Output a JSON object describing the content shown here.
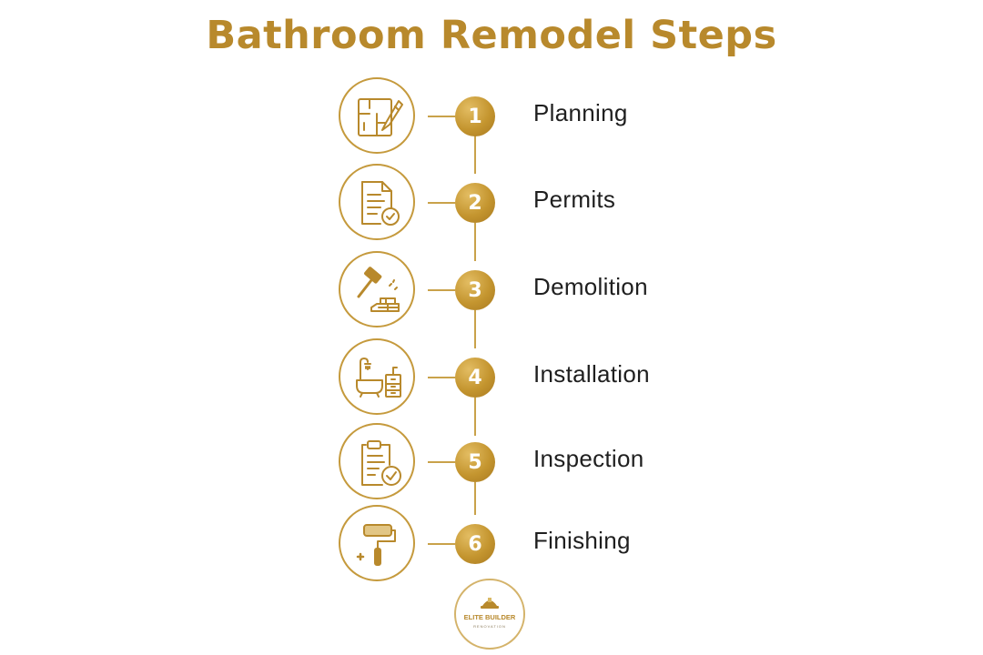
{
  "title": "Bathroom Remodel Steps",
  "steps": [
    {
      "number": "1",
      "label": "Planning",
      "icon": "blueprint-pencil-icon"
    },
    {
      "number": "2",
      "label": "Permits",
      "icon": "document-check-icon"
    },
    {
      "number": "3",
      "label": "Demolition",
      "icon": "hammer-bricks-icon"
    },
    {
      "number": "4",
      "label": "Installation",
      "icon": "bathtub-vanity-icon"
    },
    {
      "number": "5",
      "label": "Inspection",
      "icon": "clipboard-check-icon"
    },
    {
      "number": "6",
      "label": "Finishing",
      "icon": "paint-roller-icon"
    }
  ],
  "logo": {
    "name": "ELITE BUILDER",
    "subtitle": "RENOVATION"
  },
  "colors": {
    "gold": "#c59a3d",
    "text": "#1f1f1f",
    "background": "#ffffff"
  }
}
